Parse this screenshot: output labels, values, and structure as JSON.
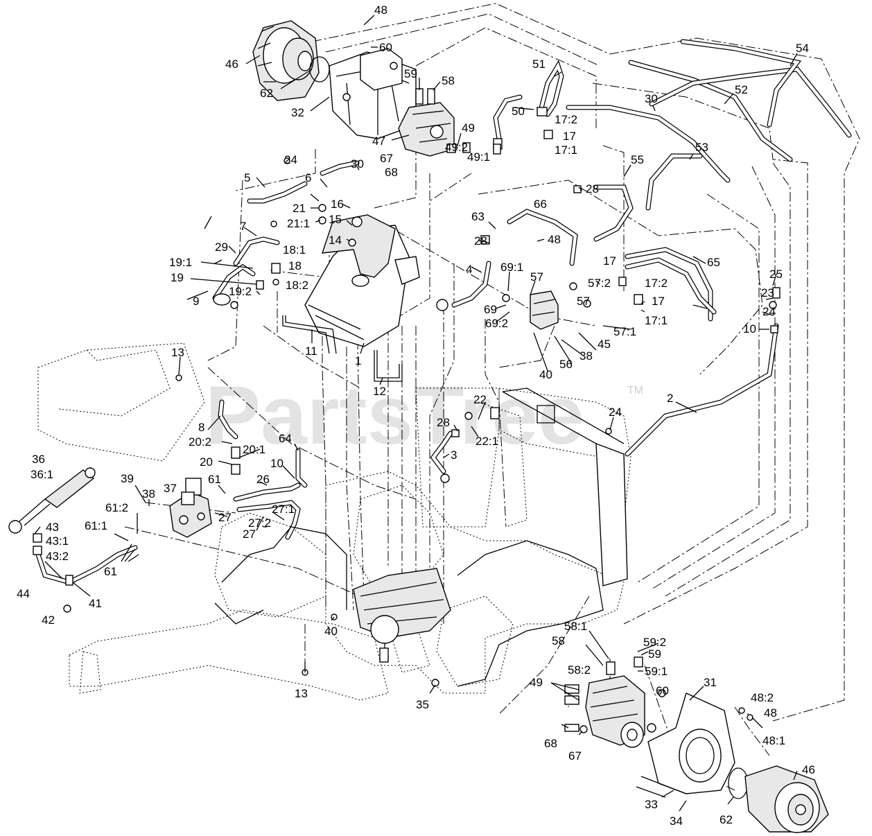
{
  "watermark": {
    "text": "PartsTree",
    "tm": "TM"
  },
  "callouts": [
    "48",
    "60",
    "46",
    "62",
    "32",
    "59",
    "58",
    "51",
    "54",
    "52",
    "30",
    "50",
    "17:2",
    "17",
    "17:1",
    "47",
    "49",
    "49:2",
    "49:1",
    "67",
    "68",
    "53",
    "55",
    "28",
    "24",
    "5",
    "6",
    "30",
    "21",
    "21:1",
    "16",
    "15",
    "14",
    "7",
    "29",
    "18:1",
    "18",
    "19:1",
    "19",
    "19:2",
    "18:2",
    "9",
    "63",
    "66",
    "48",
    "28",
    "4",
    "69:1",
    "57",
    "57:2",
    "17",
    "17:2",
    "65",
    "25",
    "23",
    "69",
    "69:2",
    "57",
    "17",
    "17:1",
    "24",
    "10",
    "45",
    "57:1",
    "38",
    "56",
    "40",
    "11",
    "1",
    "12",
    "13",
    "2",
    "22",
    "28",
    "22:1",
    "24",
    "3",
    "8",
    "20:2",
    "64",
    "36",
    "36:1",
    "20:1",
    "20",
    "10",
    "39",
    "37",
    "61",
    "26",
    "38",
    "61:2",
    "27:1",
    "27",
    "27:2",
    "61:1",
    "43",
    "43:1",
    "43:2",
    "61",
    "27",
    "44",
    "41",
    "42",
    "40",
    "13",
    "35",
    "58:1",
    "59:2",
    "58",
    "59",
    "58:2",
    "59:1",
    "49",
    "31",
    "60",
    "48:2",
    "48",
    "48:1",
    "68",
    "67",
    "46",
    "33",
    "34",
    "62"
  ]
}
